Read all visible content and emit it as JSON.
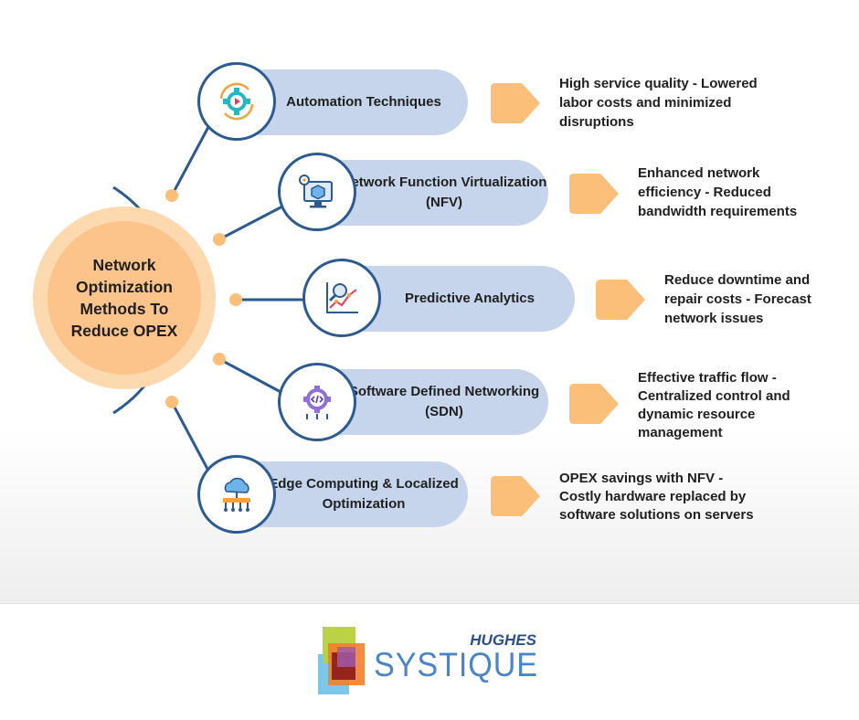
{
  "hub": {
    "title": "Network Optimization Methods To Reduce OPEX"
  },
  "methods": [
    {
      "title": "Automation Techniques",
      "icon": "gear-play-icon",
      "description": "High service quality - Lowered\nlabor costs and minimized\ndisruptions"
    },
    {
      "title": "Network Function Virtualization (NFV)",
      "icon": "virtual-monitor-icon",
      "description": "Enhanced network\nefficiency - Reduced\nbandwidth requirements"
    },
    {
      "title": "Predictive Analytics",
      "icon": "analytics-chart-icon",
      "description": "Reduce downtime and\nrepair costs - Forecast\nnetwork issues"
    },
    {
      "title": "Software Defined Networking (SDN)",
      "icon": "code-gear-icon",
      "description": "Effective traffic flow -\nCentralized control and\ndynamic resource\nmanagement"
    },
    {
      "title": "Edge Computing & Localized Optimization",
      "icon": "cloud-network-icon",
      "description": "OPEX savings with NFV -\nCostly hardware replaced by\nsoftware solutions on servers"
    }
  ],
  "logo": {
    "top": "HUGHES",
    "bottom": "SYSTIQUE"
  },
  "colors": {
    "pill": "#c6d5ec",
    "ring": "#2c5b92",
    "accent": "#fbbf79",
    "hub": "#fdd9b0"
  }
}
